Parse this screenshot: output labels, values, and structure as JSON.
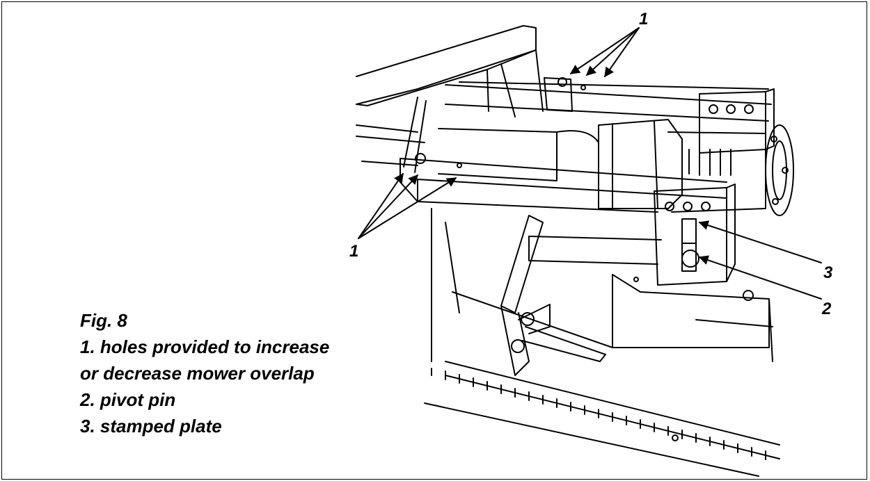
{
  "figure": {
    "caption_title": "Fig. 8",
    "caption_lines": [
      "1. holes provided to increase",
      "or decrease mower overlap",
      "2. pivot pin",
      "3. stamped plate"
    ],
    "callouts": {
      "holes_top": "1",
      "holes_left": "1",
      "stamped_plate": "3",
      "pivot_pin": "2"
    },
    "drawing_subject": "mower overlap adjustment assembly line drawing"
  }
}
